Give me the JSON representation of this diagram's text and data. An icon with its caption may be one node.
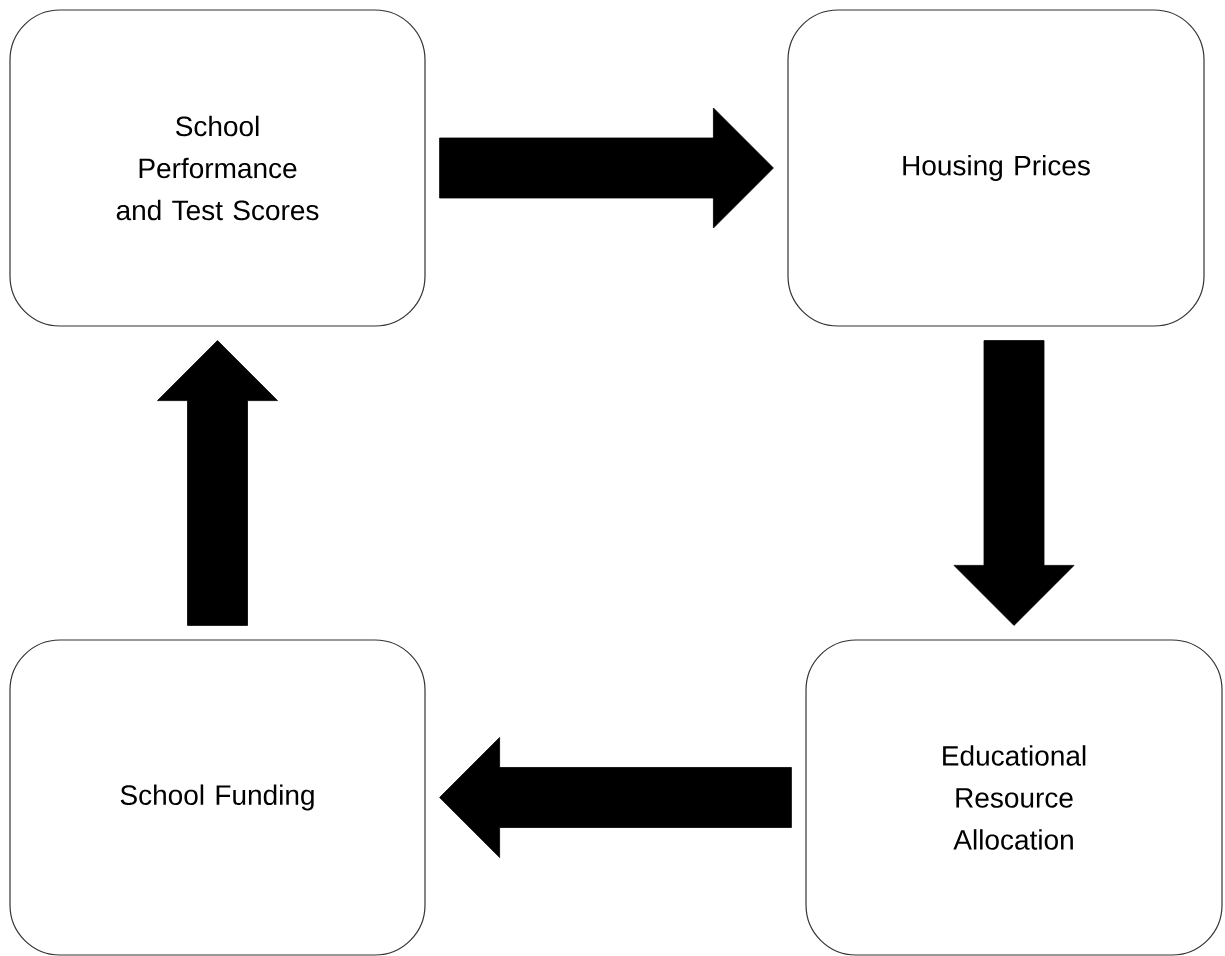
{
  "diagram": {
    "nodes": [
      {
        "text": [
          "School Performance and Test Scores"
        ]
      },
      {
        "text": [
          "Housing Prices"
        ]
      },
      {
        "text": [
          "Educational Resource Allocation"
        ]
      },
      {
        "text": [
          "School Funding"
        ]
      }
    ],
    "edges": [
      {
        "from": 0,
        "to": 1,
        "arrow": "to"
      },
      {
        "from": 1,
        "to": 2,
        "arrow": "to"
      },
      {
        "from": 2,
        "to": 3,
        "arrow": "to"
      },
      {
        "from": 3,
        "to": 0,
        "arrow": "to"
      }
    ]
  }
}
